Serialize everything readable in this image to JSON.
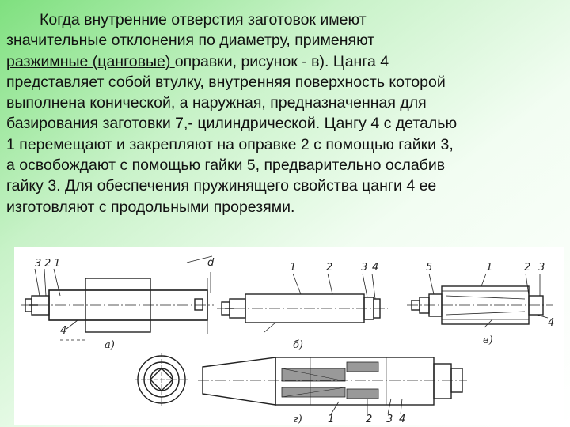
{
  "text": {
    "line1": "Когда внутренние отверстия заготовок имеют",
    "line2": "значительные отклонения по диаметру, применяют",
    "line3_underlined": "разжимные (цанговые) ",
    "line3_rest": "оправки, рисунок - в). Цанга 4",
    "line4": "представляет собой втулку, внутренняя поверхность которой",
    "line5": "выполнена конической, а наружная, предназначенная для",
    "line6": "базирования заготовки 7,- цилиндрической. Цангу 4 с деталью",
    "line7": "1 перемещают и закрепляют на оправке 2 с помощью гайки 3,",
    "line8": "а освобождают с помощью гайки 5, предварительно ослабив",
    "line9": "гайку 3. Для обеспечения пружинящего свойства цанги 4 ее",
    "line10": "изготовляют с продольными прорезями."
  },
  "figure": {
    "a": {
      "caption": "а)",
      "n3": "3",
      "n2": "2",
      "n1": "1",
      "n4": "4",
      "d": "d"
    },
    "b": {
      "caption": "б)",
      "n1": "1",
      "n2": "2",
      "n3": "3",
      "n4": "4"
    },
    "v": {
      "caption": "в)",
      "n5": "5",
      "n1": "1",
      "n2": "2",
      "n3": "3",
      "n4": "4"
    },
    "g": {
      "caption": "г)",
      "n1": "1",
      "n2": "2",
      "n3": "3",
      "n4": "4"
    }
  }
}
